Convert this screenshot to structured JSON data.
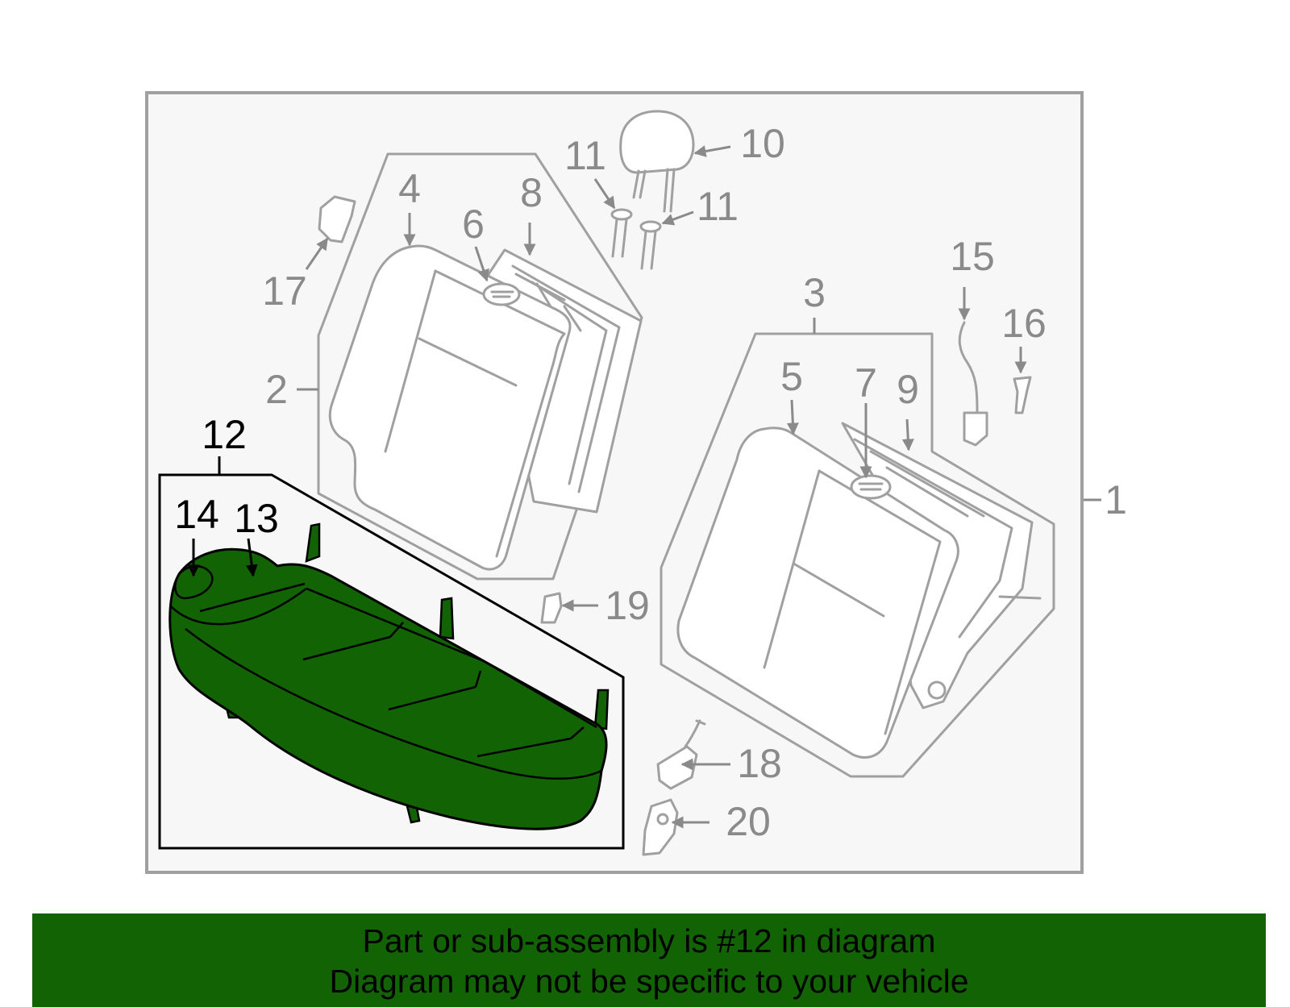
{
  "diagram": {
    "colors": {
      "highlight_fill": "#126304",
      "highlight_outline": "#000000",
      "part_outline": "#a0a0a0",
      "callout_text": "#8a8a8a",
      "frame_background": "#f7f7f7",
      "banner_background": "#126304"
    },
    "callouts": {
      "c1": "1",
      "c2": "2",
      "c3": "3",
      "c4": "4",
      "c5": "5",
      "c6": "6",
      "c7": "7",
      "c8": "8",
      "c9": "9",
      "c10": "10",
      "c11a": "11",
      "c11b": "11",
      "c12": "12",
      "c13": "13",
      "c14": "14",
      "c15": "15",
      "c16": "16",
      "c17": "17",
      "c18": "18",
      "c19": "19",
      "c20": "20"
    },
    "highlighted_part": "12"
  },
  "banner": {
    "line1": "Part or sub-assembly is #12 in diagram",
    "line2": "Diagram may not be specific to your vehicle"
  }
}
